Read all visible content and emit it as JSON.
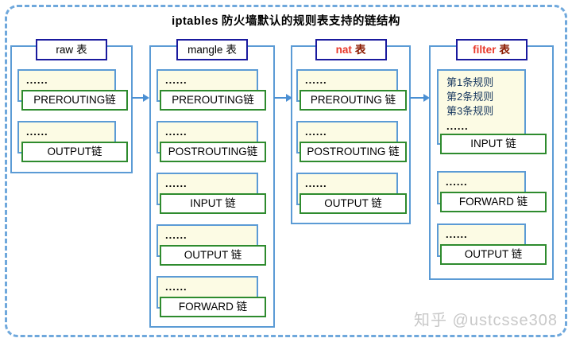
{
  "title": {
    "product": "iptables",
    "text": "防火墙默认的规则表支持的链结构"
  },
  "dots": "......",
  "watermark": "知乎 @ustcsse308",
  "tables": [
    {
      "header": {
        "name": "raw",
        "suffix": "表"
      },
      "chains": [
        {
          "label": "PREROUTING链"
        },
        {
          "label": "OUTPUT链"
        }
      ]
    },
    {
      "header": {
        "name": "mangle",
        "suffix": "表"
      },
      "chains": [
        {
          "label": "PREROUTING链"
        },
        {
          "label": "POSTROUTING链"
        },
        {
          "label": "INPUT 链"
        },
        {
          "label": "OUTPUT 链"
        },
        {
          "label": "FORWARD 链"
        }
      ]
    },
    {
      "header": {
        "name": "nat",
        "suffix": "表"
      },
      "chains": [
        {
          "label": "PREROUTING 链"
        },
        {
          "label": "POSTROUTING 链"
        },
        {
          "label": "OUTPUT 链"
        }
      ]
    },
    {
      "header": {
        "name": "filter",
        "suffix": "表"
      },
      "rules": [
        "第1条规则",
        "第2条规则",
        "第3条规则"
      ],
      "chains": [
        {
          "label": "INPUT 链"
        },
        {
          "label": "FORWARD 链"
        },
        {
          "label": "OUTPUT 链"
        }
      ]
    }
  ],
  "colors": {
    "frame_dash": "#6fa8dc",
    "container_border": "#5b9bd5",
    "header_border": "#1a1a9e",
    "header_red": "#e8392b",
    "header_dark_red": "#8b1a00",
    "cream_bg": "#fcfbe4",
    "chain_border": "#2e8b2e",
    "rules_text": "#17375e",
    "arrow": "#4a8fd3",
    "watermark": "#c8c8c8"
  }
}
